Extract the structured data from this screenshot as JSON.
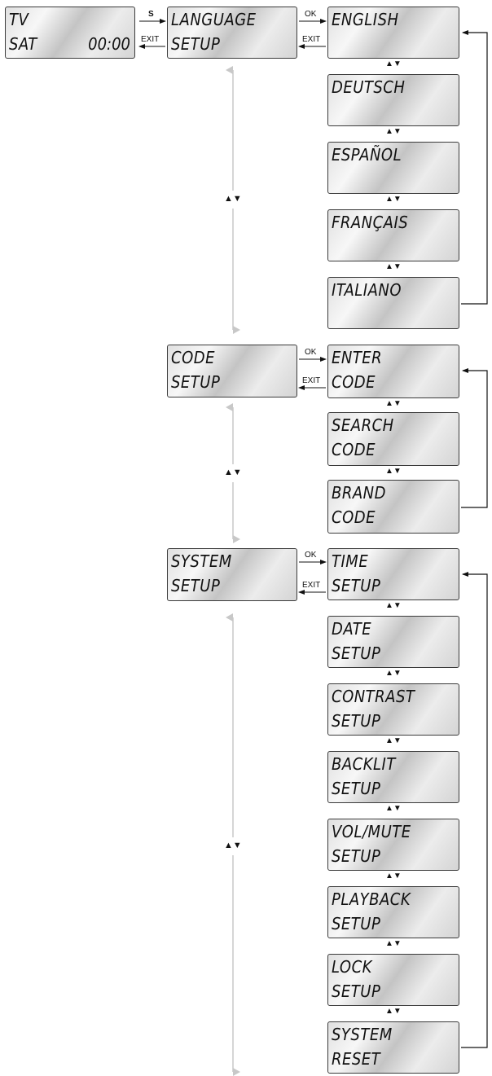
{
  "remote_display": {
    "line1": "TV",
    "line2": "SAT",
    "time": "00:00"
  },
  "keys": {
    "setup": "S",
    "ok": "OK",
    "exit": "EXIT",
    "up_down": "▲▼"
  },
  "menus": [
    {
      "id": "language",
      "title": [
        "LANGUAGE",
        "SETUP"
      ],
      "options": [
        [
          "ENGLISH",
          ""
        ],
        [
          "DEUTSCH",
          ""
        ],
        [
          "ESPAÑOL",
          ""
        ],
        [
          "FRANÇAIS",
          ""
        ],
        [
          "ITALIANO",
          ""
        ]
      ]
    },
    {
      "id": "code",
      "title": [
        "CODE",
        "SETUP"
      ],
      "options": [
        [
          "ENTER",
          "CODE"
        ],
        [
          "SEARCH",
          "CODE"
        ],
        [
          "BRAND",
          "CODE"
        ]
      ]
    },
    {
      "id": "system",
      "title": [
        "SYSTEM",
        "SETUP"
      ],
      "options": [
        [
          "TIME",
          "SETUP"
        ],
        [
          "DATE",
          "SETUP"
        ],
        [
          "CONTRAST",
          "SETUP"
        ],
        [
          "BACKLIT",
          "SETUP"
        ],
        [
          "VOL/MUTE",
          "SETUP"
        ],
        [
          "PLAYBACK",
          "SETUP"
        ],
        [
          "LOCK",
          "SETUP"
        ],
        [
          "SYSTEM",
          "RESET"
        ]
      ]
    }
  ]
}
